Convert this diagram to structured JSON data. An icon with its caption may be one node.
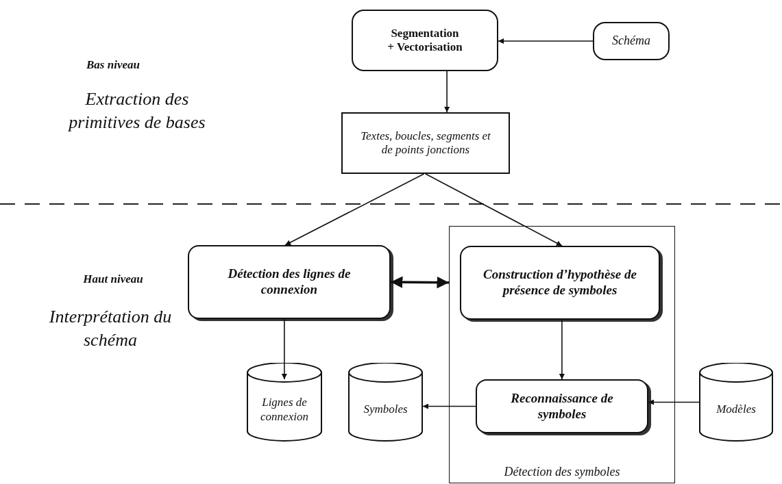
{
  "diagram": {
    "nodes": [
      {
        "text": [
          "Segmentation + Vectorisation"
        ]
      },
      {
        "text": [
          "Schéma"
        ]
      },
      {
        "text": [
          "Textes, boucles, segments et de points jonctions"
        ]
      },
      {
        "text": [
          "Détection des lignes de connexion"
        ]
      },
      {
        "text": [
          "Détection des symboles"
        ]
      },
      {
        "text": [
          "Construction d’hypothèse de présence de symboles"
        ],
        "in": 4
      },
      {
        "text": [
          "Reconnaissance de symboles"
        ],
        "in": 4
      },
      {
        "text": [
          "Lignes de connexion"
        ]
      },
      {
        "text": [
          "Symboles"
        ]
      },
      {
        "text": [
          "Modèles"
        ]
      }
    ],
    "edges": [
      {
        "from": 1,
        "to": 0,
        "arrow": "to"
      },
      {
        "from": 0,
        "to": 2,
        "arrow": "to"
      },
      {
        "from": 2,
        "to": 3,
        "arrow": "to"
      },
      {
        "from": 2,
        "to": 5,
        "arrow": "to"
      },
      {
        "from": 3,
        "to": 4,
        "arrow": "both",
        "style": "thick"
      },
      {
        "from": 3,
        "to": 7,
        "arrow": "to"
      },
      {
        "from": 5,
        "to": 6,
        "arrow": "to"
      },
      {
        "from": 6,
        "to": 8,
        "arrow": "to"
      },
      {
        "from": 9,
        "to": 6,
        "arrow": "to"
      }
    ],
    "labels": [
      "Bas niveau",
      "Extraction des primitives de bases",
      "Haut niveau",
      "Interprétation du schéma"
    ]
  }
}
